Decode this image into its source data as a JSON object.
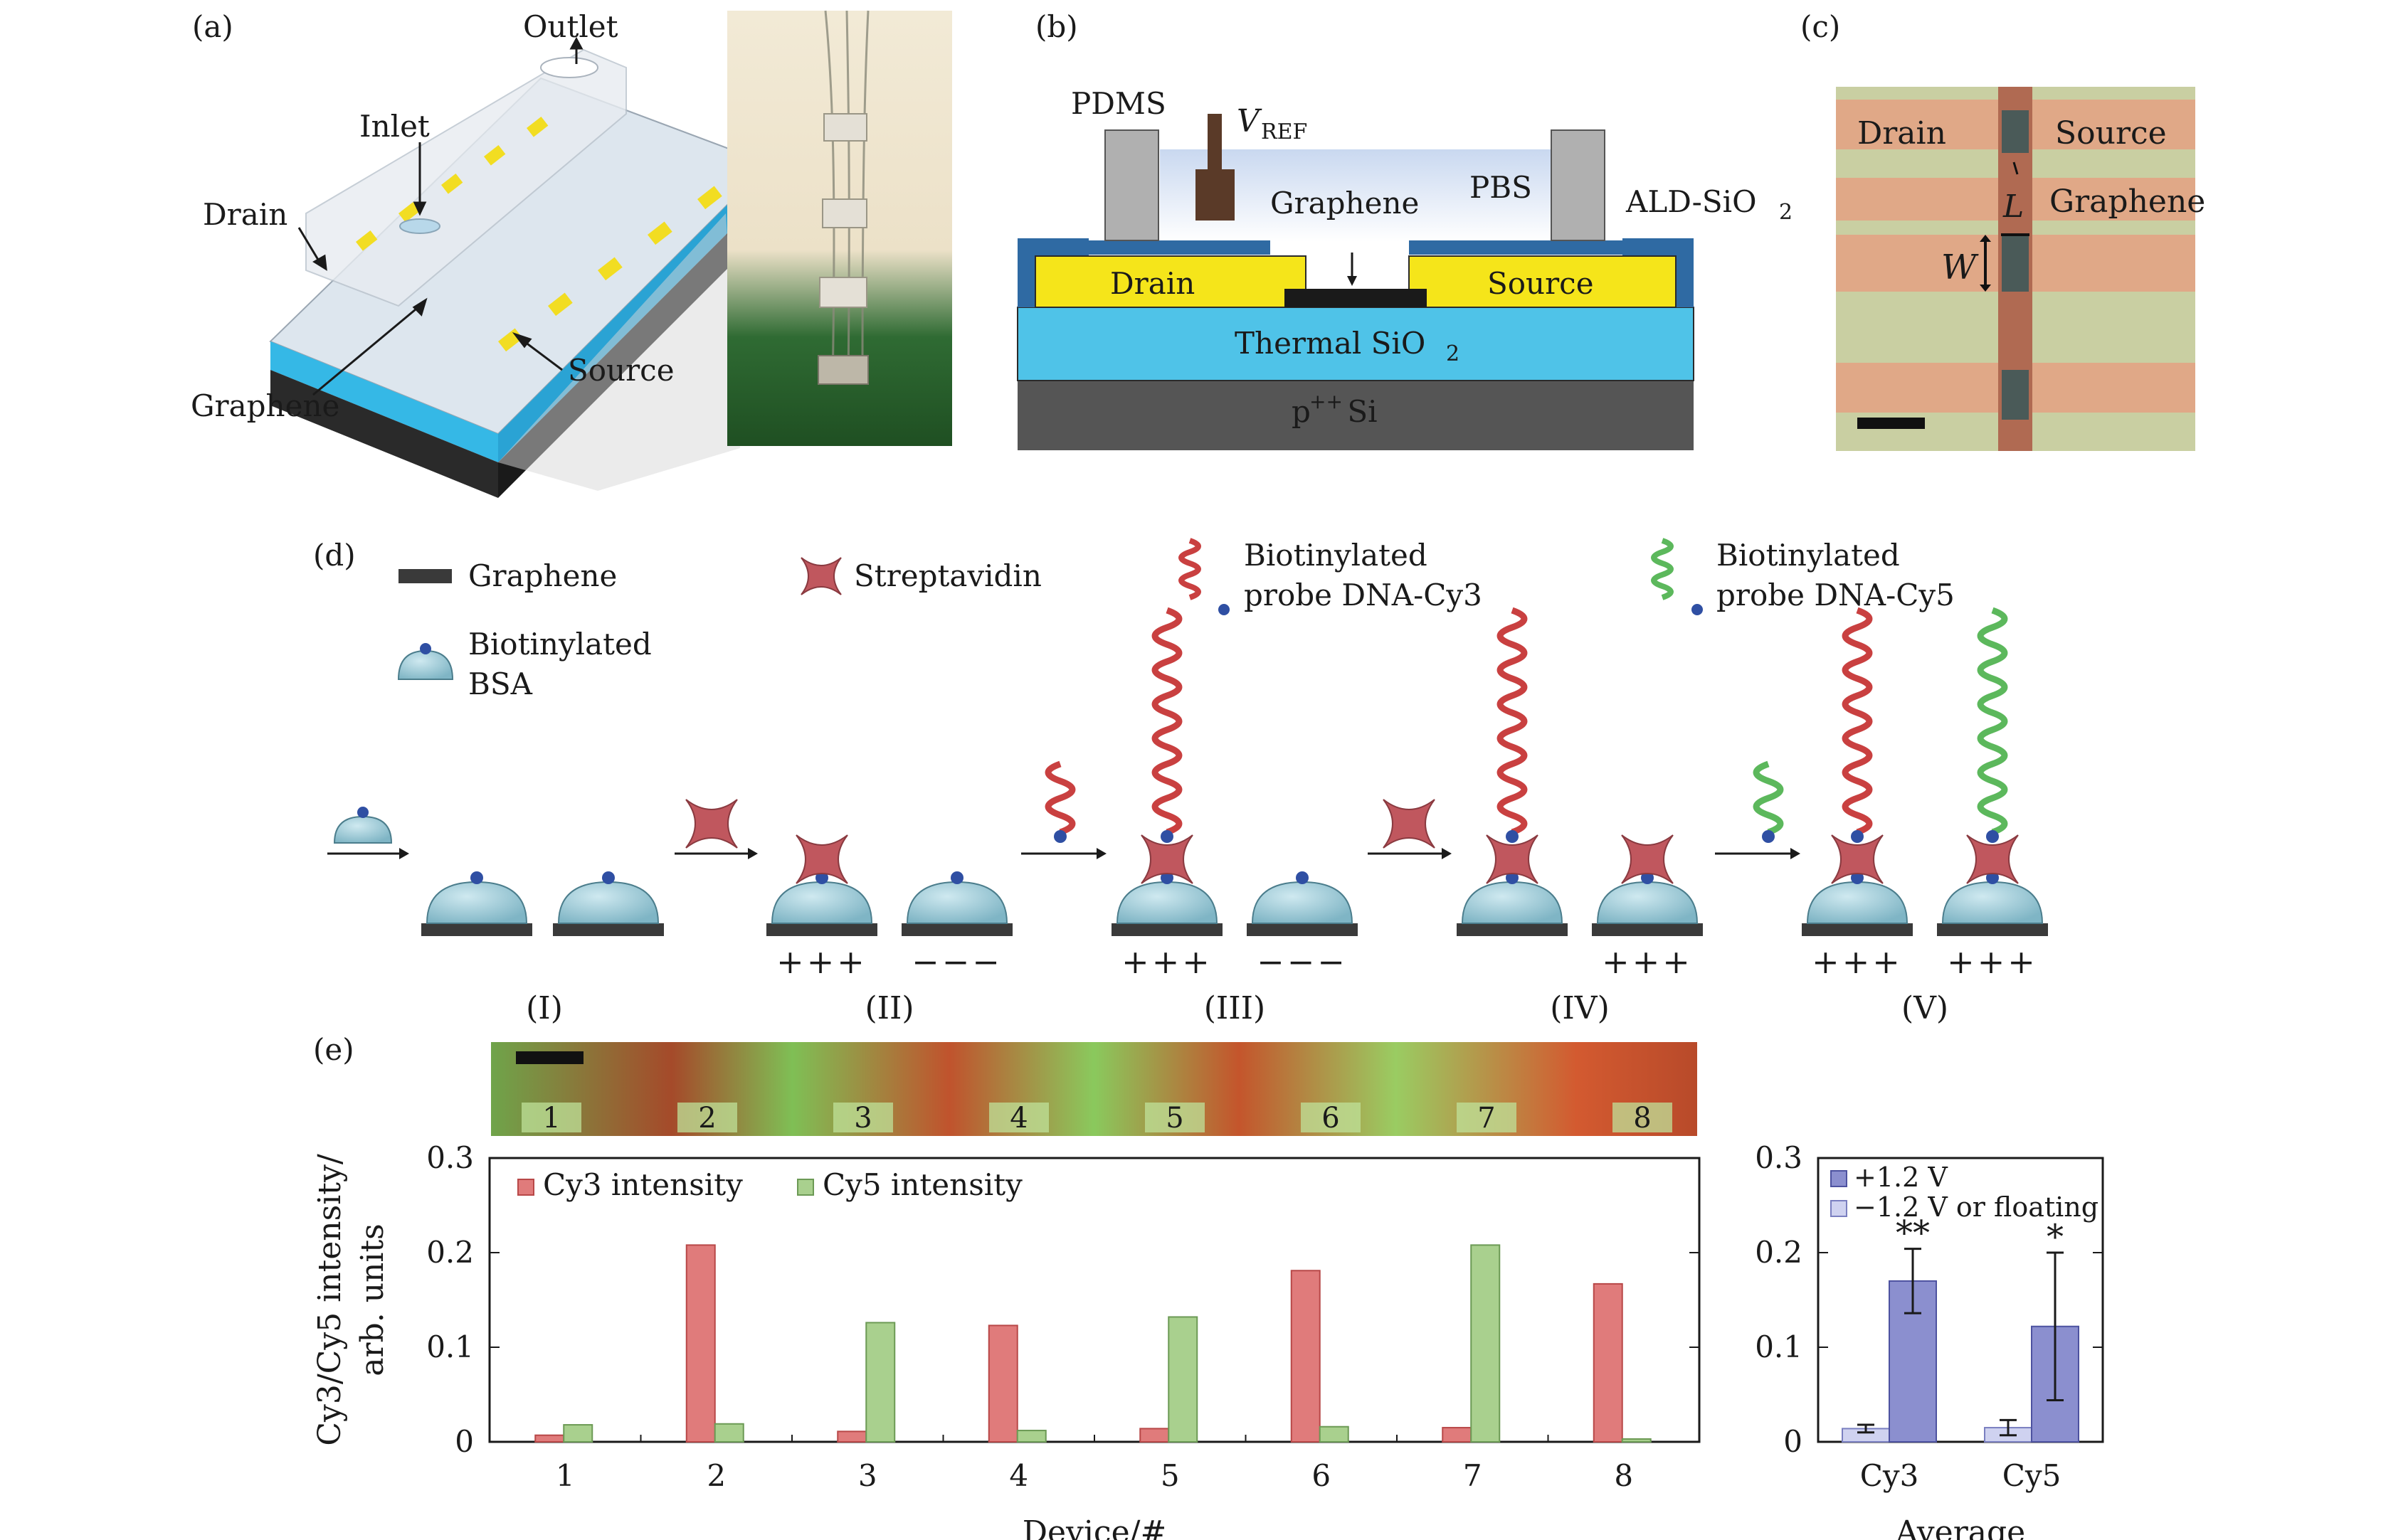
{
  "panels": {
    "a": {
      "tag": "(a)",
      "labels": {
        "outlet": "Outlet",
        "inlet": "Inlet",
        "drain": "Drain",
        "graphene": "Graphene",
        "source": "Source"
      }
    },
    "b": {
      "tag": "(b)",
      "labels": {
        "pdms": "PDMS",
        "vref": "V",
        "vref_sub": "REF",
        "pbs": "PBS",
        "graphene": "Graphene",
        "ald": "ALD-SiO",
        "ald_sub": "2",
        "drain": "Drain",
        "source": "Source",
        "thermal": "Thermal SiO",
        "thermal_sub": "2",
        "si": "p",
        "si_sup": "++",
        "si_tail": " Si"
      }
    },
    "c": {
      "tag": "(c)",
      "labels": {
        "drain": "Drain",
        "source": "Source",
        "graphene": "Graphene",
        "L": "L",
        "W": "W"
      }
    },
    "d": {
      "tag": "(d)",
      "legend": {
        "graphene": "Graphene",
        "bsa1": "Biotinylated",
        "bsa2": "BSA",
        "strep": "Streptavidin",
        "cy3_1": "Biotinylated",
        "cy3_2": "probe DNA-Cy3",
        "cy5_1": "Biotinylated",
        "cy5_2": "probe DNA-Cy5"
      },
      "steps": [
        "(I)",
        "(II)",
        "(III)",
        "(IV)",
        "(V)"
      ],
      "charges": [
        "+++",
        "−−−",
        "+++",
        "−−−",
        "+++",
        "+++",
        "+++"
      ]
    },
    "e": {
      "tag": "(e)",
      "strip_numbers": [
        "1",
        "2",
        "3",
        "4",
        "5",
        "6",
        "7",
        "8"
      ]
    }
  },
  "colors": {
    "cy3": "#e07b7b",
    "cy5": "#a9d08e",
    "pos": "#8b8fcf",
    "neg": "#cfd2f0",
    "gold": "#f5e51a",
    "sio2": "#4fc3e8",
    "si": "#4f4f4f"
  },
  "chart_data": [
    {
      "type": "bar",
      "categories": [
        "1",
        "2",
        "3",
        "4",
        "5",
        "6",
        "7",
        "8"
      ],
      "series": [
        {
          "name": "Cy3 intensity",
          "values": [
            0.007,
            0.208,
            0.011,
            0.123,
            0.014,
            0.181,
            0.015,
            0.167
          ]
        },
        {
          "name": "Cy5 intensity",
          "values": [
            0.018,
            0.019,
            0.126,
            0.012,
            0.132,
            0.016,
            0.208,
            0.003
          ]
        }
      ],
      "xlabel": "Device/#",
      "ylabel": "Cy3/Cy5 intensity/",
      "ylabel2": "arb. units",
      "ylim": [
        0,
        0.3
      ],
      "yticks": [
        "0",
        "0.1",
        "0.2",
        "0.3"
      ],
      "legend": "top-left"
    },
    {
      "type": "bar",
      "categories": [
        "Cy3",
        "Cy5"
      ],
      "series": [
        {
          "name": "−1.2 V or floating",
          "values": [
            0.014,
            0.015
          ],
          "errors": [
            0.004,
            0.008
          ]
        },
        {
          "name": "+1.2 V",
          "values": [
            0.17,
            0.122
          ],
          "errors": [
            0.034,
            0.078
          ]
        }
      ],
      "significance": [
        "**",
        "*"
      ],
      "xlabel": "Average",
      "ylim": [
        0,
        0.3
      ],
      "yticks": [
        "0",
        "0.1",
        "0.2",
        "0.3"
      ],
      "legend": "top-left"
    }
  ]
}
